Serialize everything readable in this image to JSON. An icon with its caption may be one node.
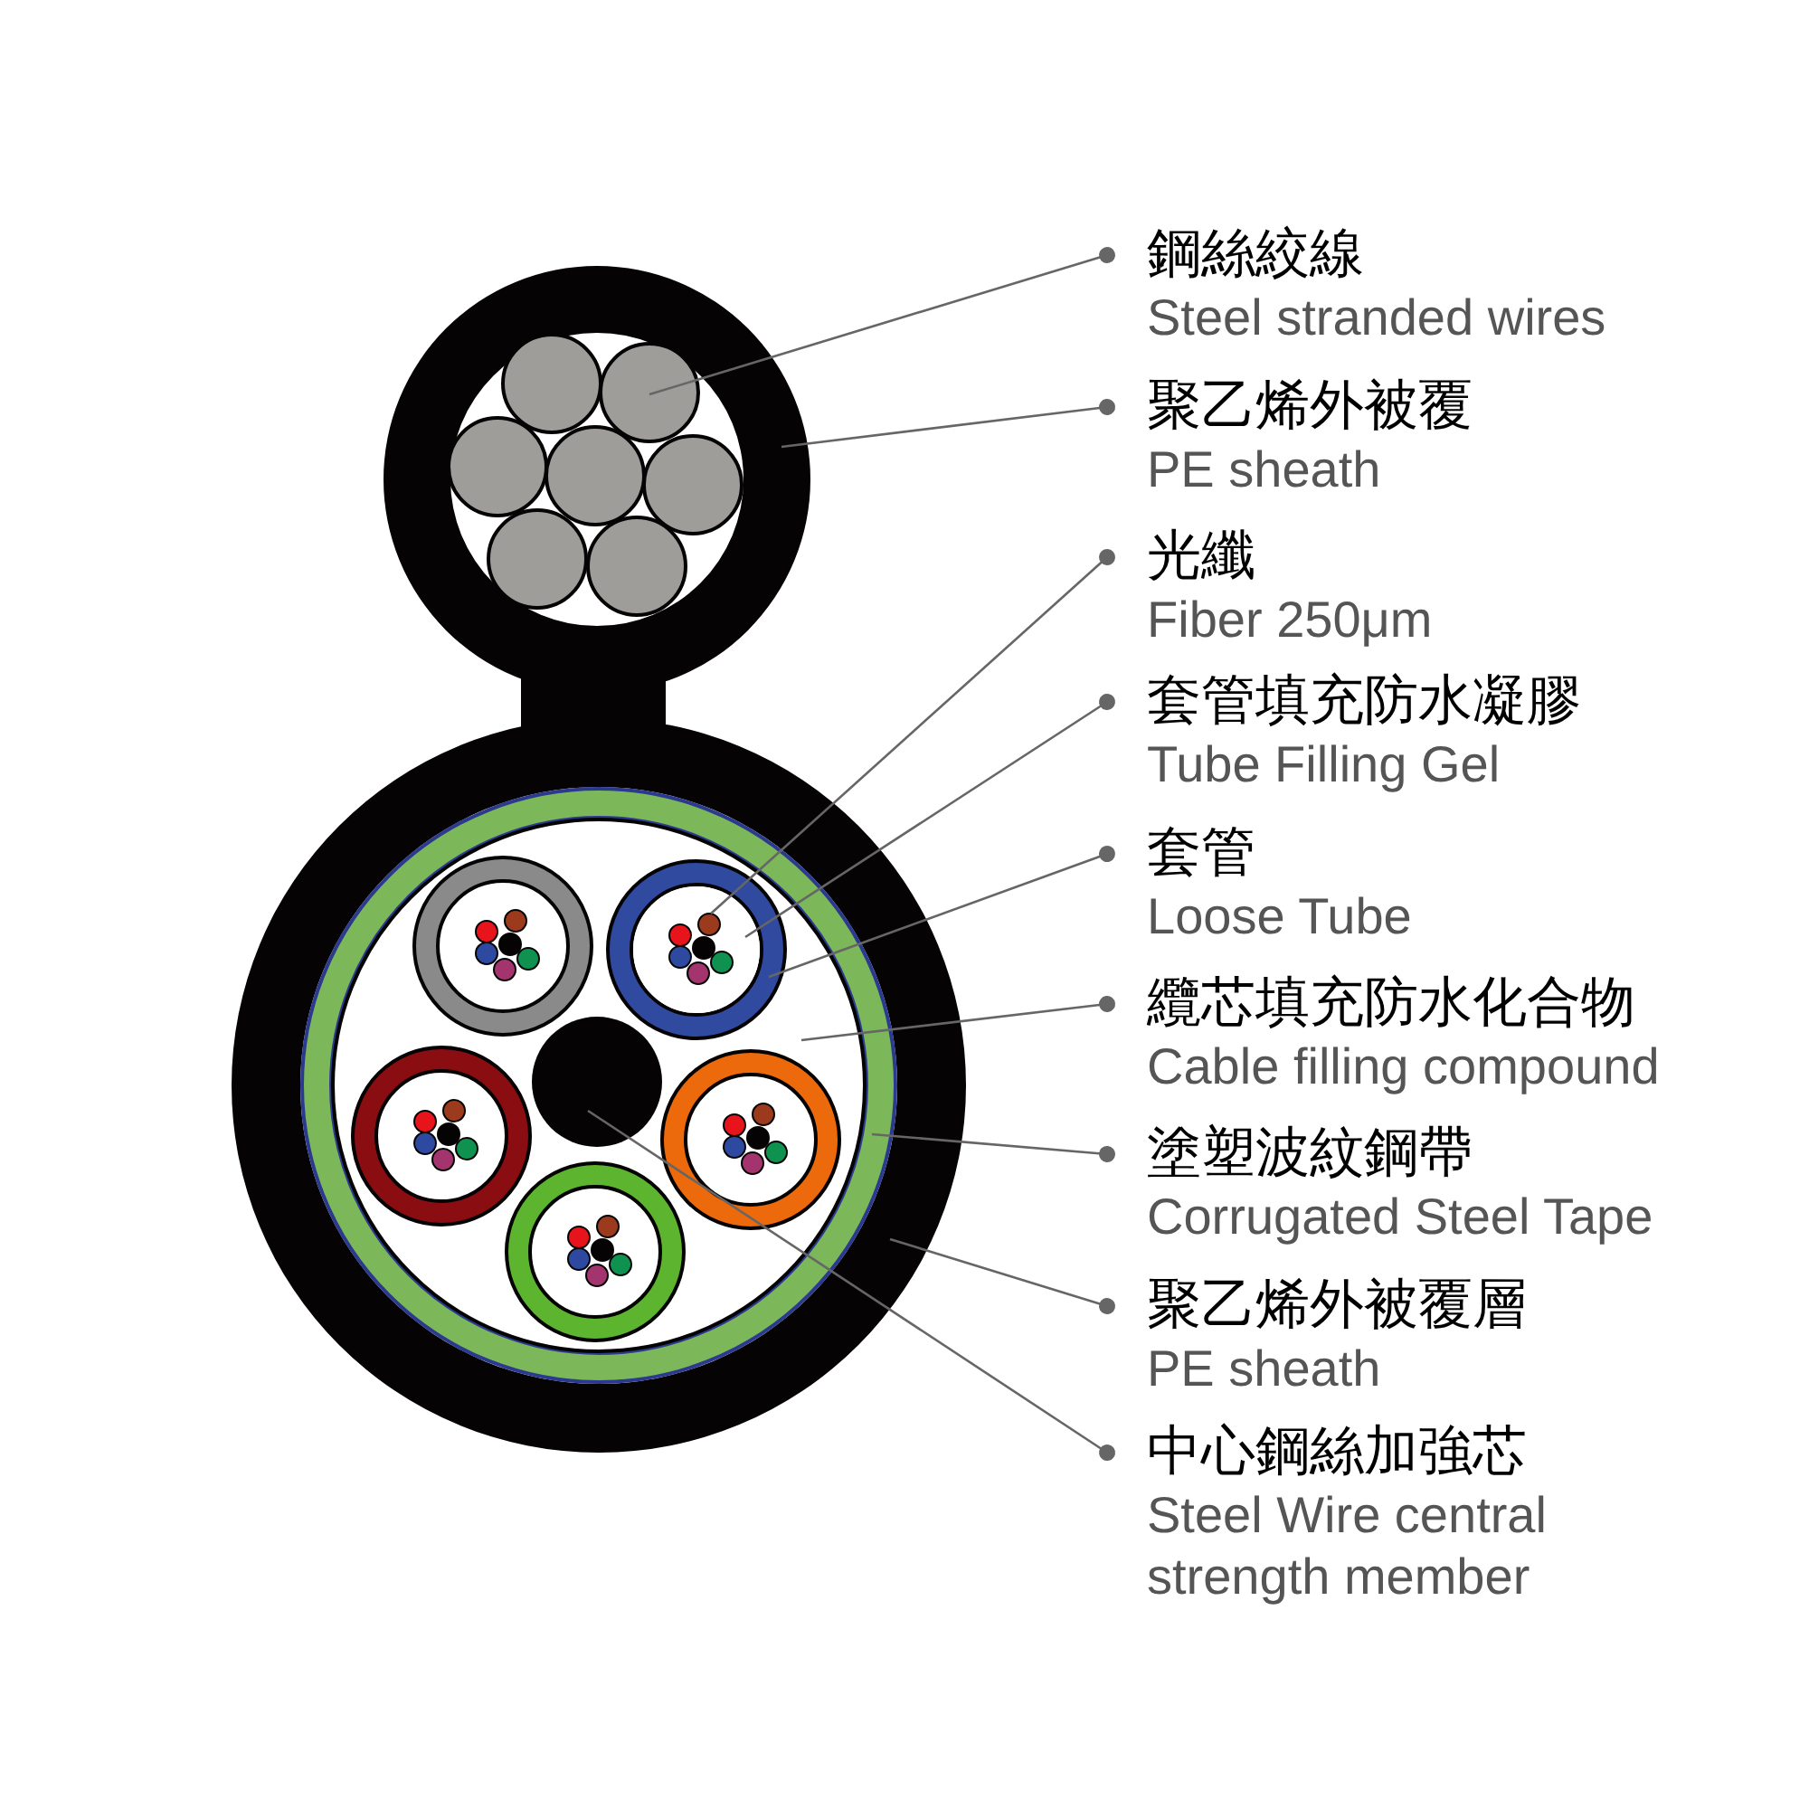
{
  "diagram": {
    "nodes": [
      {
        "text": [
          "鋼絲絞線",
          "Steel stranded wires"
        ]
      },
      {
        "text": [
          "聚乙烯外被覆",
          "PE sheath"
        ]
      },
      {
        "text": [
          "光纖",
          "Fiber 250μm"
        ]
      },
      {
        "text": [
          "套管填充防水凝膠",
          "Tube Filling Gel"
        ]
      },
      {
        "text": [
          "套管",
          "Loose Tube"
        ]
      },
      {
        "text": [
          "纜芯填充防水化合物",
          "Cable filling compound"
        ]
      },
      {
        "text": [
          "塗塑波紋鋼帶",
          "Corrugated Steel Tape"
        ]
      },
      {
        "text": [
          "聚乙烯外被覆層",
          "PE sheath"
        ]
      },
      {
        "text": [
          "中心鋼絲加強芯",
          "Steel Wire central strength member"
        ]
      },
      {
        "text": [],
        "shape": "circle",
        "in": 10
      },
      {
        "text": [],
        "shape": "circle"
      },
      {
        "text": [],
        "shape": "circle",
        "in": 12
      },
      {
        "text": [],
        "shape": "circle",
        "in": 13
      },
      {
        "text": [],
        "shape": "circle",
        "in": 14
      },
      {
        "text": [],
        "shape": "circle",
        "in": 15
      },
      {
        "text": [],
        "shape": "circle",
        "in": 16
      },
      {
        "text": [],
        "shape": "circle"
      },
      {
        "text": [],
        "shape": "circle",
        "in": 14
      }
    ],
    "edges": [
      {
        "from": 0,
        "to": 9,
        "arrow": "other"
      },
      {
        "from": 1,
        "to": 10,
        "arrow": "other"
      },
      {
        "from": 2,
        "to": 11,
        "arrow": "other"
      },
      {
        "from": 3,
        "to": 12,
        "arrow": "other"
      },
      {
        "from": 4,
        "to": 13,
        "arrow": "other"
      },
      {
        "from": 5,
        "to": 14,
        "arrow": "other"
      },
      {
        "from": 6,
        "to": 15,
        "arrow": "other"
      },
      {
        "from": 7,
        "to": 16,
        "arrow": "other"
      },
      {
        "from": 8,
        "to": 17,
        "arrow": "other"
      }
    ]
  }
}
